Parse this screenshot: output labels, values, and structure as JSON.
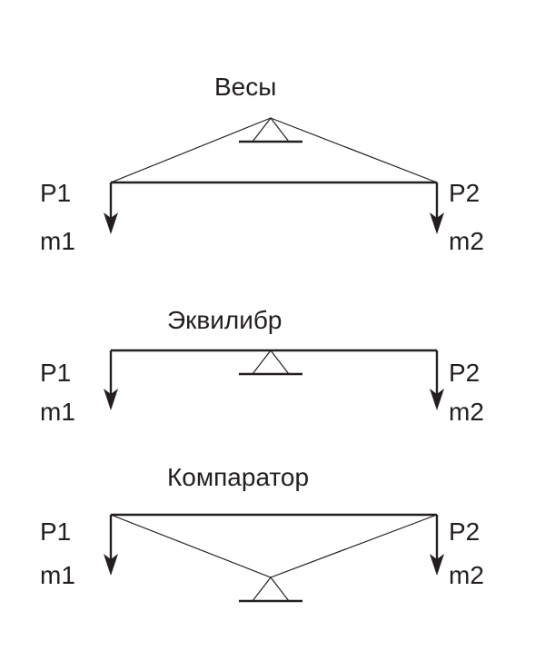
{
  "diagrams": [
    {
      "title": "Весы",
      "left_force": "P1",
      "left_mass": "m1",
      "right_force": "P2",
      "right_mass": "m2"
    },
    {
      "title": "Эквилибр",
      "left_force": "P1",
      "left_mass": "m1",
      "right_force": "P2",
      "right_mass": "m2"
    },
    {
      "title": "Компаратор",
      "left_force": "P1",
      "left_mass": "m1",
      "right_force": "P2",
      "right_mass": "m2"
    }
  ],
  "colors": {
    "ink": "#231f20",
    "background": "#ffffff"
  }
}
